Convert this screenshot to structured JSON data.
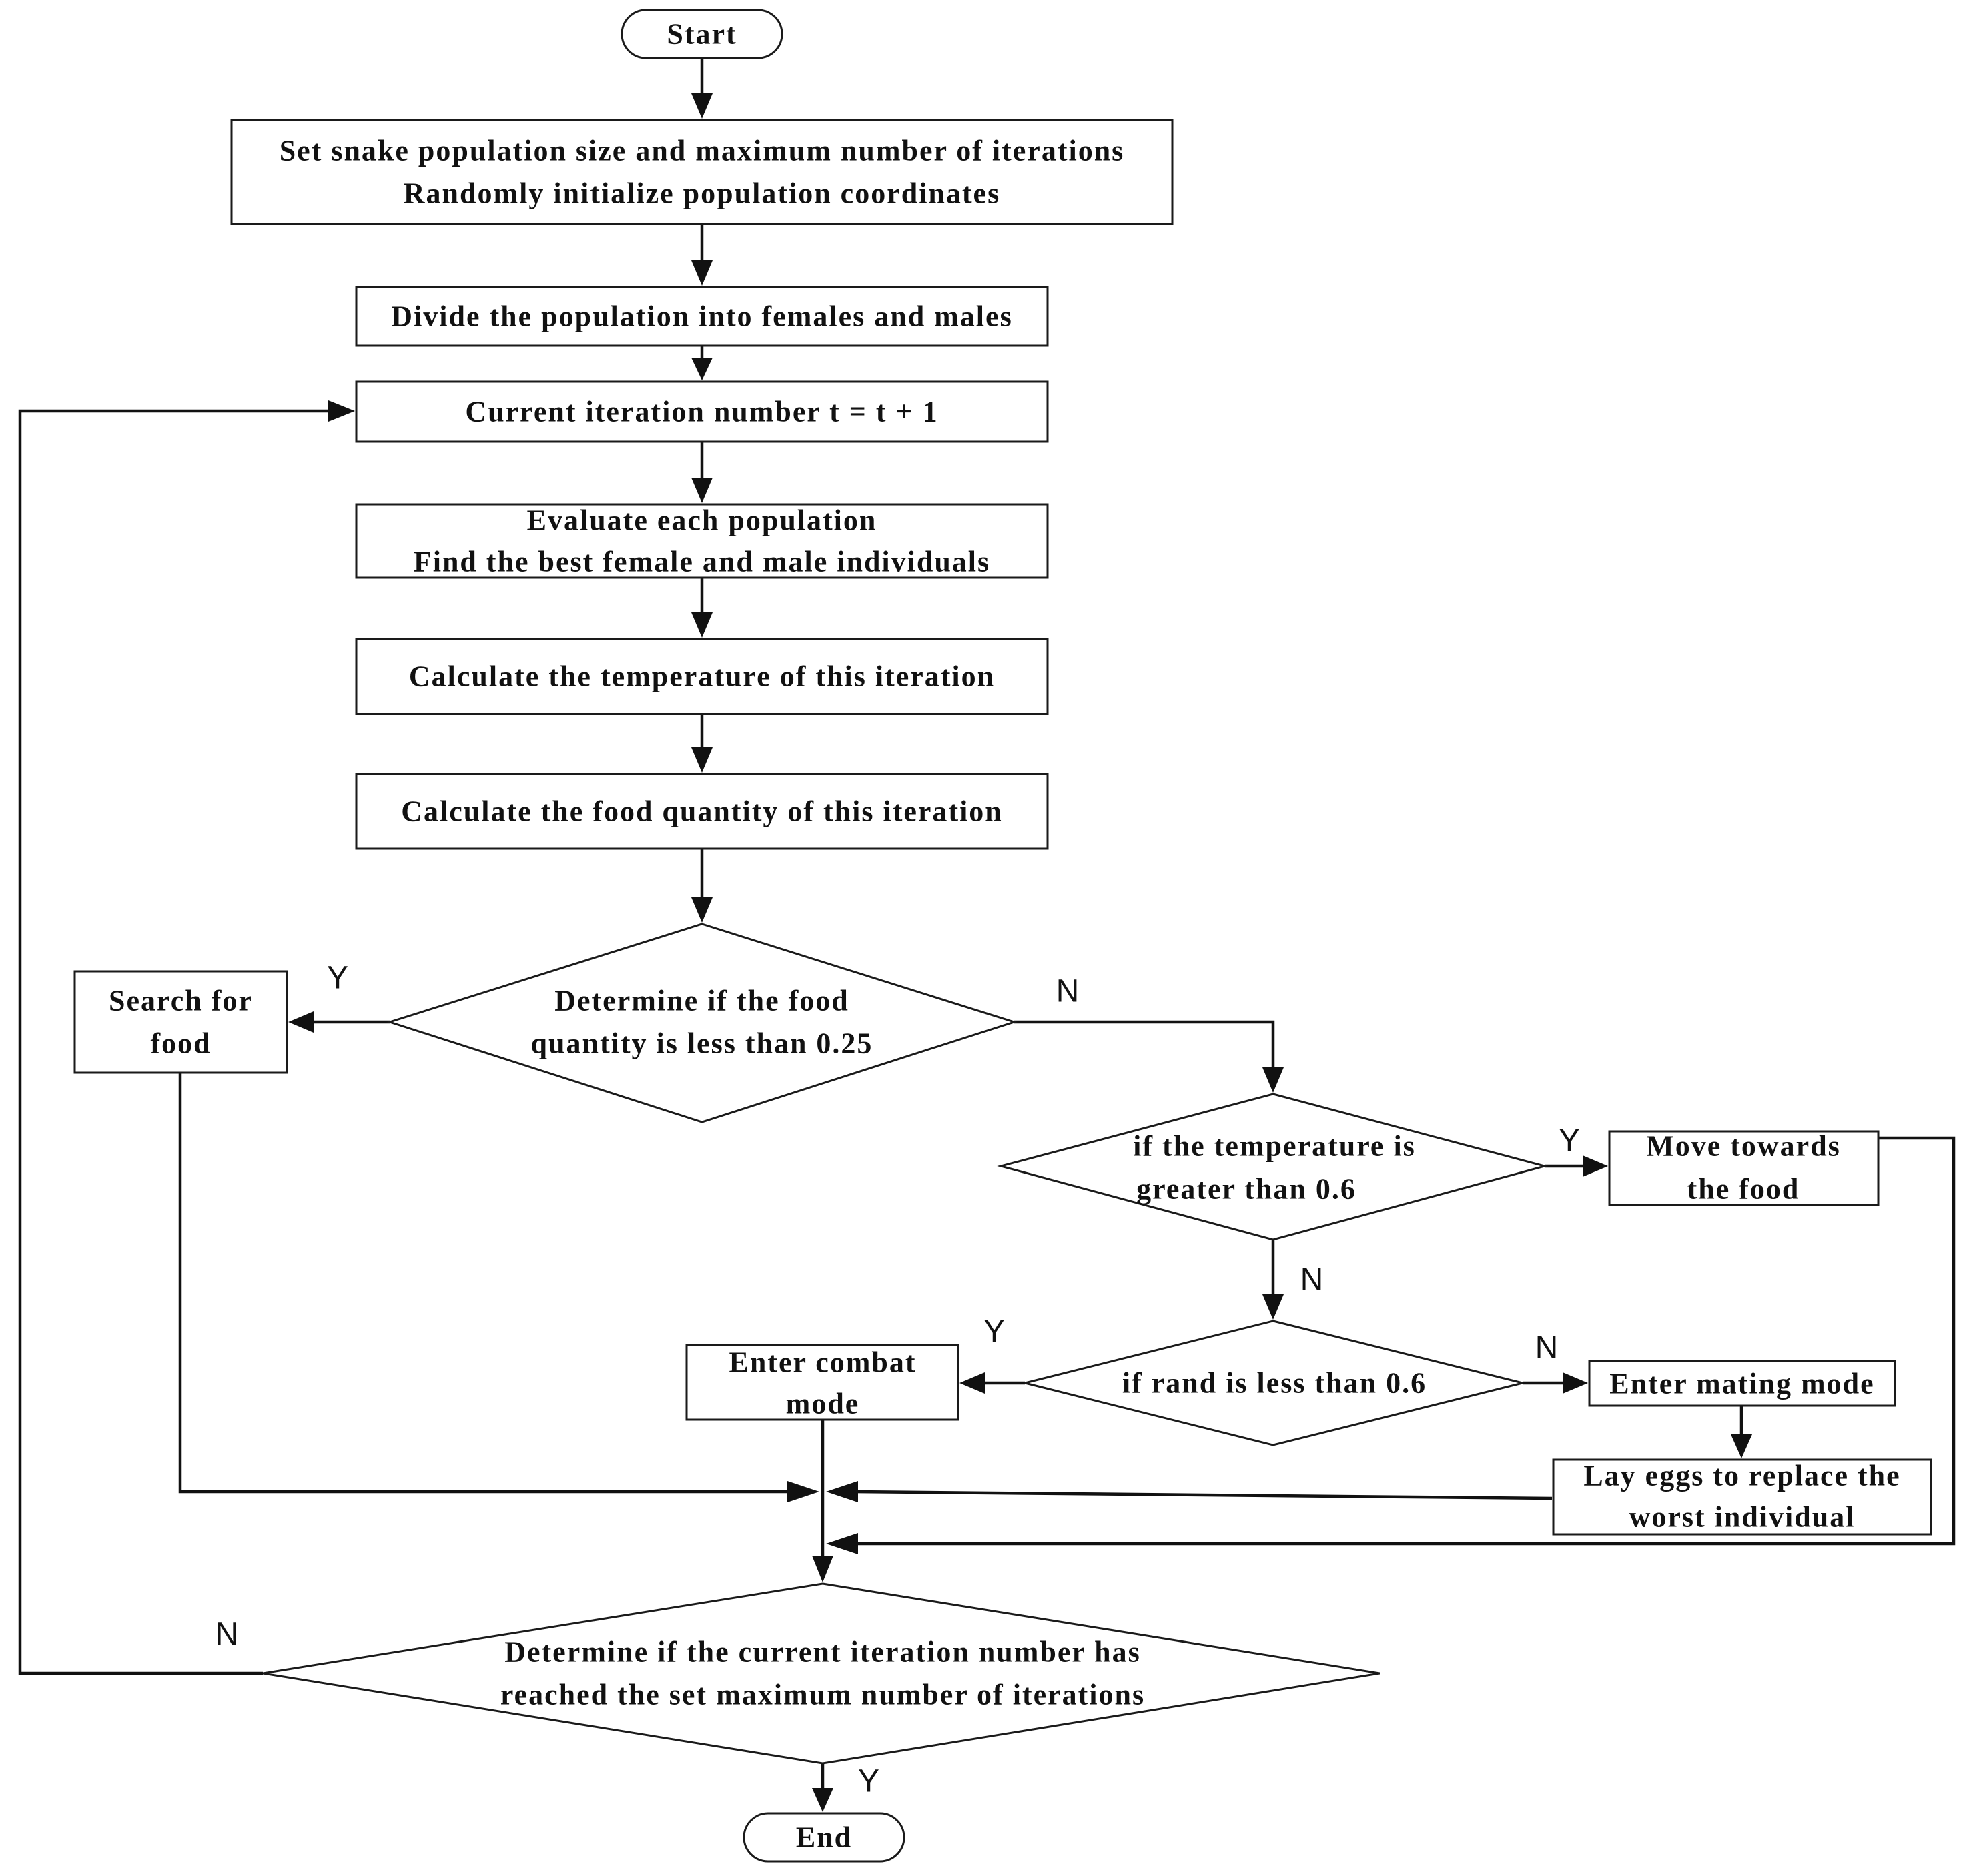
{
  "colors": {
    "stroke": "#111111",
    "fill": "#ffffff",
    "text": "#111111"
  },
  "nodes": {
    "start": {
      "label": "Start"
    },
    "init": {
      "line1": "Set snake population size and maximum number of iterations",
      "line2": "Randomly initialize population coordinates"
    },
    "divide": {
      "label": "Divide the population into females and males"
    },
    "iter": {
      "label": "Current iteration number t = t + 1"
    },
    "evaluate": {
      "line1": "Evaluate each population",
      "line2": "Find the best female and male individuals"
    },
    "temperature": {
      "label": "Calculate the temperature of this iteration"
    },
    "food_qty": {
      "label": "Calculate the food quantity of this iteration"
    },
    "food_decision": {
      "line1": "Determine if the food",
      "line2": "quantity is less than 0.25"
    },
    "search_food": {
      "line1": "Search for",
      "line2": "food"
    },
    "temp_decision": {
      "line1": "if the temperature is",
      "line2": "greater than 0.6"
    },
    "move_food": {
      "line1": "Move towards",
      "line2": "the food"
    },
    "rand_decision": {
      "label": "if rand is less than 0.6"
    },
    "combat": {
      "line1": "Enter combat",
      "line2": "mode"
    },
    "mating": {
      "label": "Enter mating mode"
    },
    "lay_eggs": {
      "line1": "Lay eggs to replace the",
      "line2": "worst individual"
    },
    "max_decision": {
      "line1": "Determine if the current iteration number has",
      "line2": "reached the set maximum number of iterations"
    },
    "end": {
      "label": "End"
    }
  },
  "edge_labels": {
    "food_yes": "Y",
    "food_no": "N",
    "temp_yes": "Y",
    "temp_no": "N",
    "rand_yes": "Y",
    "rand_no": "N",
    "max_no": "N",
    "max_yes": "Y"
  }
}
